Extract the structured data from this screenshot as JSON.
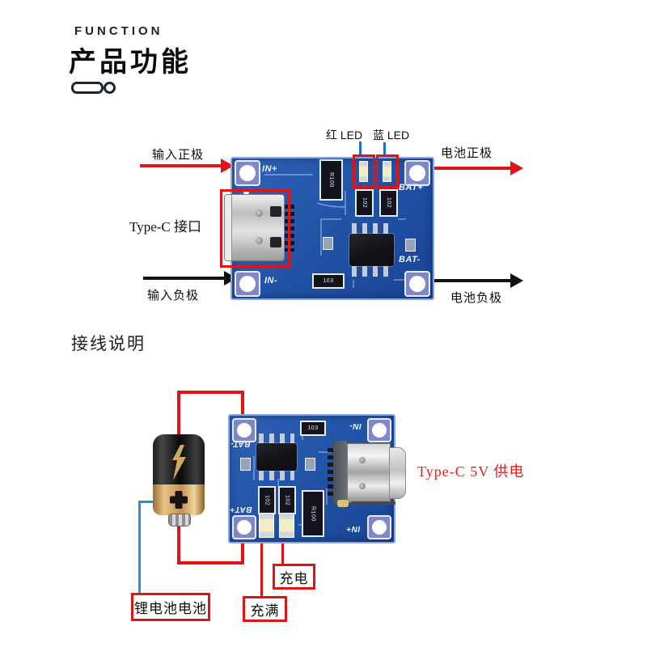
{
  "header": {
    "eyebrow": "FUNCTION",
    "title": "产品功能"
  },
  "sections": {
    "wiring_title": "接线说明"
  },
  "function_diagram": {
    "red_led_label": "红 LED",
    "blue_led_label": "蓝 LED",
    "input_positive": "输入正极",
    "battery_positive": "电池正极",
    "typec_port": "Type-C 接口",
    "input_negative": "输入负极",
    "battery_negative": "电池负极"
  },
  "pcb_text": {
    "in_plus": "IN+",
    "bat_plus": "BAT+",
    "in_minus": "IN-",
    "bat_minus": "BAT-",
    "r100": "R100",
    "r102": "102",
    "r103": "103"
  },
  "wiring_diagram": {
    "battery_label": "锂电池电池",
    "charge_full": "充满",
    "charging": "充电",
    "power_label": "Type-C 5V 供电"
  },
  "colors": {
    "red": "#dd1515",
    "black_arrow": "#111111",
    "blue_wire": "#2e8fd0",
    "leader_blue": "#1a6fd4",
    "label_text_red": "#e02020"
  }
}
